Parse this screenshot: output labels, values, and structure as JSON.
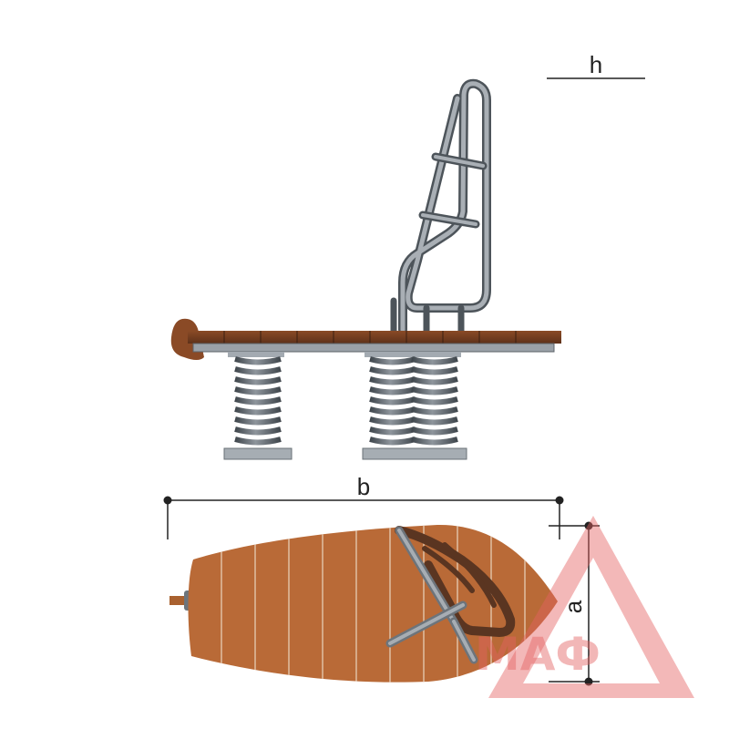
{
  "labels": {
    "height": "h",
    "length": "b",
    "width": "a"
  },
  "watermark": {
    "text": "МАФ",
    "color": "#e46262"
  },
  "colors": {
    "wood": "#b96a37",
    "wood_dark": "#7e4422",
    "steel": "#8f969d",
    "steel_dark": "#4d545a",
    "spring": "#626a71",
    "dimension_line": "#222222"
  }
}
